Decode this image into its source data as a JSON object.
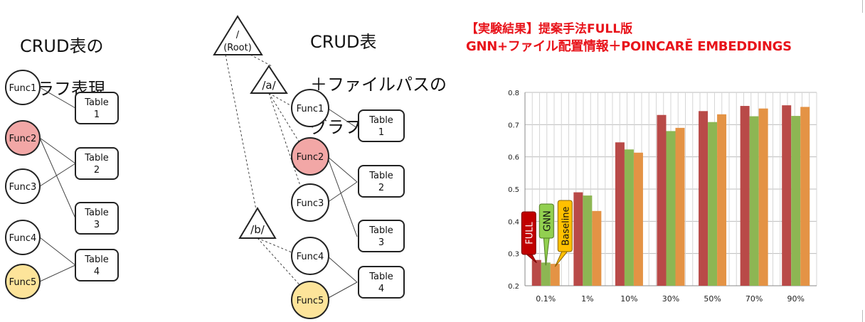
{
  "left_diagram": {
    "title_line1": "CRUD表の",
    "title_line2": "グラフ表現",
    "funcs": [
      "Func1",
      "Func2",
      "Func3",
      "Func4",
      "Func5"
    ],
    "tables": [
      [
        "Table",
        "1"
      ],
      [
        "Table",
        "2"
      ],
      [
        "Table",
        "3"
      ],
      [
        "Table",
        "4"
      ]
    ]
  },
  "middle_diagram": {
    "title_line1": "CRUD表",
    "title_line2": "＋ファイルパスの",
    "title_line3": "グラフ表現",
    "root": [
      "/",
      "(Root)"
    ],
    "dirs": [
      "/a/",
      "/b/"
    ],
    "funcs": [
      "Func1",
      "Func2",
      "Func3",
      "Func4",
      "Func5"
    ],
    "tables": [
      [
        "Table",
        "1"
      ],
      [
        "Table",
        "2"
      ],
      [
        "Table",
        "3"
      ],
      [
        "Table",
        "4"
      ]
    ]
  },
  "result": {
    "title_line1": "【実験結果】提案手法FULL版",
    "title_line2": "GNN+ファイル配置情報＋POINCARĒ EMBEDDINGS"
  },
  "colors": {
    "func_highlight_red": "#f2a7a6",
    "func_highlight_yellow": "#fde49a",
    "full": "#b94a48",
    "gnn": "#8db653",
    "baseline": "#e49345",
    "title_red": "#e8141b"
  },
  "chart_data": {
    "type": "bar",
    "categories": [
      "0.1%",
      "1%",
      "10%",
      "30%",
      "50%",
      "70%",
      "90%"
    ],
    "series": [
      {
        "name": "FULL",
        "values": [
          0.28,
          0.49,
          0.645,
          0.73,
          0.742,
          0.758,
          0.76
        ]
      },
      {
        "name": "GNN",
        "values": [
          0.272,
          0.48,
          0.623,
          0.68,
          0.708,
          0.726,
          0.727
        ]
      },
      {
        "name": "Baseline",
        "values": [
          0.268,
          0.432,
          0.613,
          0.69,
          0.732,
          0.75,
          0.755
        ]
      }
    ],
    "ylim": [
      0.2,
      0.8
    ],
    "yticks": [
      "0.2",
      "0.3",
      "0.4",
      "0.5",
      "0.6",
      "0.7",
      "0.8"
    ],
    "grid": true,
    "legend_placement": "callouts"
  }
}
